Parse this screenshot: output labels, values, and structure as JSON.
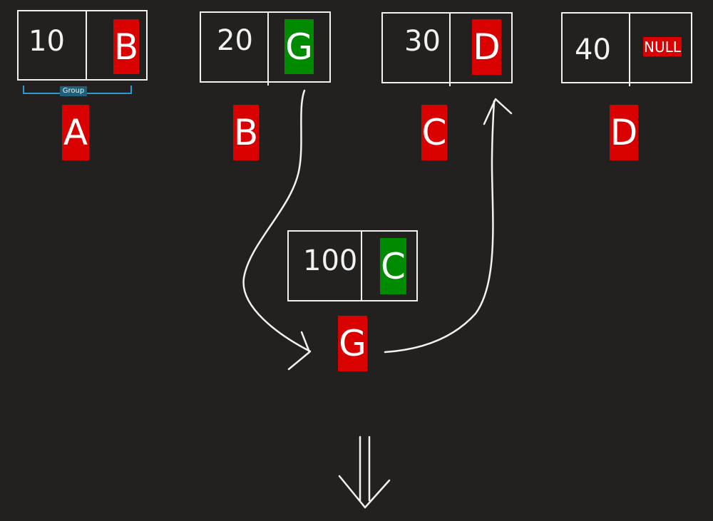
{
  "colors": {
    "background": "#222120",
    "stroke": "#f2f2f2",
    "pointer_red": "#d90000",
    "pointer_green": "#008a00",
    "group_bracket": "#2a9bd1",
    "group_label_bg": "#1f5f7a"
  },
  "nodes": {
    "a": {
      "value": "10",
      "next": "B",
      "next_color": "red",
      "name": "A"
    },
    "b": {
      "value": "20",
      "next": "G",
      "next_color": "green",
      "name": "B"
    },
    "c": {
      "value": "30",
      "next": "D",
      "next_color": "red",
      "name": "C"
    },
    "d": {
      "value": "40",
      "next": "NULL",
      "next_color": "red",
      "name": "D"
    },
    "g": {
      "value": "100",
      "next": "C",
      "next_color": "green",
      "name": "G"
    }
  },
  "group": {
    "label": "Group"
  },
  "icons": {
    "curve_arrow_b_to_g": "curved-arrow-icon",
    "curve_arrow_g_to_c": "curved-arrow-icon",
    "result_arrow": "double-down-arrow-icon"
  }
}
